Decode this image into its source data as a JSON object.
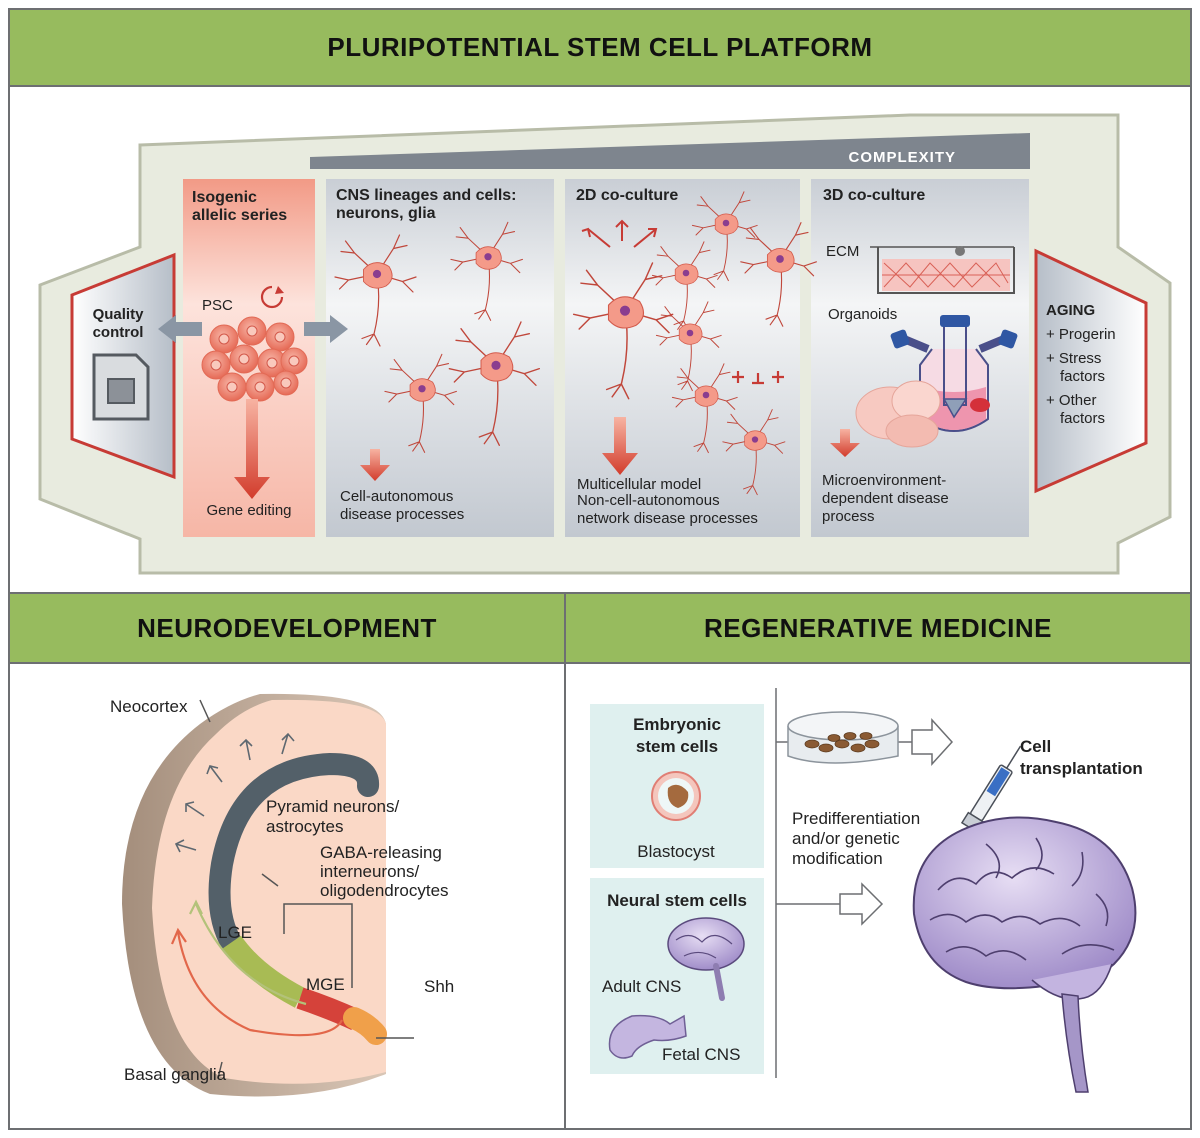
{
  "platform": {
    "title": "PLURIPOTENTIAL STEM CELL PLATFORM",
    "complexity": "COMPLEXITY",
    "quality_control": [
      "Quality",
      "control"
    ],
    "isogenic": {
      "title": [
        "Isogenic",
        "allelic series"
      ],
      "psc": "PSC",
      "gene_editing": "Gene editing"
    },
    "cns": {
      "title": [
        "CNS lineages and cells:",
        "neurons, glia"
      ],
      "result": [
        "Cell-autonomous",
        "disease processes"
      ]
    },
    "coculture2d": {
      "title": "2D co-culture",
      "result": [
        "Multicellular model",
        "Non-cell-autonomous",
        "network disease processes"
      ]
    },
    "coculture3d": {
      "title": "3D co-culture",
      "ecm": "ECM",
      "organoids": "Organoids",
      "result": [
        "Microenvironment-",
        "dependent disease",
        "process"
      ]
    },
    "aging": {
      "title": "AGING",
      "items": [
        "+ Progerin",
        "+ Stress",
        "factors",
        "+ Other",
        "factors"
      ]
    }
  },
  "neurodevelopment": {
    "title": "NEURODEVELOPMENT",
    "neocortex": "Neocortex",
    "pyramid": [
      "Pyramid neurons/",
      "astrocytes"
    ],
    "gaba": [
      "GABA-releasing",
      "interneurons/",
      "oligodendrocytes"
    ],
    "lge": "LGE",
    "mge": "MGE",
    "shh": "Shh",
    "basal_ganglia": "Basal ganglia"
  },
  "regenerative": {
    "title": "REGENERATIVE MEDICINE",
    "embryonic": [
      "Embryonic",
      "stem cells"
    ],
    "blastocyst": "Blastocyst",
    "neural": "Neural stem cells",
    "adult_cns": "Adult CNS",
    "fetal_cns": "Fetal CNS",
    "predifferentiation": [
      "Predifferentiation",
      "and/or genetic",
      "modification"
    ],
    "cell_transplantation": [
      "Cell",
      "transplantation"
    ]
  },
  "colors": {
    "green_bar": "#97bb5e",
    "frame": "#6d6f72",
    "accent_red": "#c8413d",
    "salmon": "#f3a08e",
    "panel_gray": "#d7dbe0",
    "teal_box": "#dff0ef",
    "brain_purple": "#b6a6d6"
  }
}
